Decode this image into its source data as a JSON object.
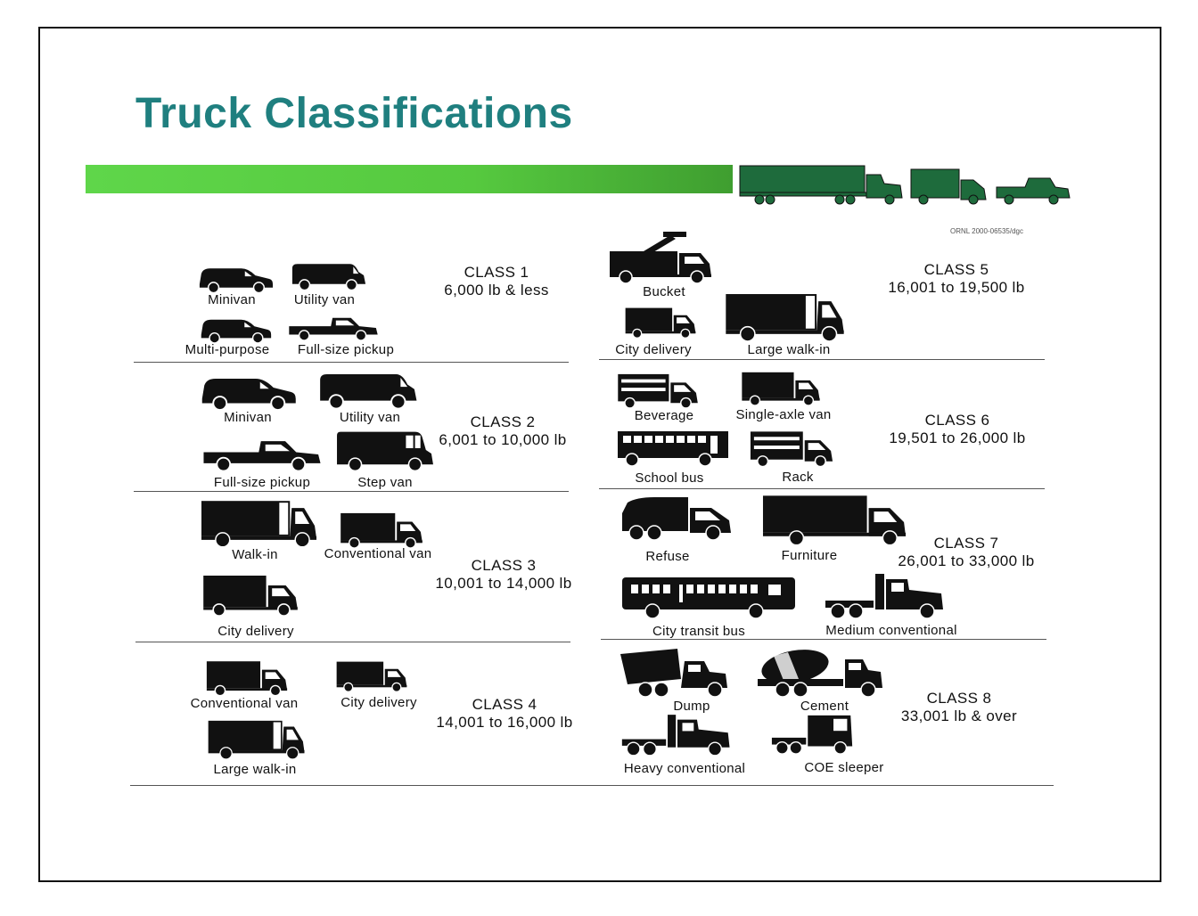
{
  "title": "Truck Classifications",
  "credit": "ORNL 2000-06535/dgc",
  "colors": {
    "title": "#1f7f7f",
    "bar": "#56c93f",
    "truck_header": "#1e6b3c",
    "vehicle": "#111111"
  },
  "classes": {
    "c1": {
      "name": "CLASS 1",
      "range": "6,000 lb & less",
      "vehicles": [
        "Minivan",
        "Utility van",
        "Multi-purpose",
        "Full-size pickup"
      ]
    },
    "c2": {
      "name": "CLASS 2",
      "range": "6,001 to 10,000 lb",
      "vehicles": [
        "Minivan",
        "Utility van",
        "Full-size pickup",
        "Step van"
      ]
    },
    "c3": {
      "name": "CLASS 3",
      "range": "10,001 to 14,000 lb",
      "vehicles": [
        "Walk-in",
        "Conventional van",
        "City delivery"
      ]
    },
    "c4": {
      "name": "CLASS 4",
      "range": "14,001 to 16,000 lb",
      "vehicles": [
        "Conventional van",
        "City delivery",
        "Large walk-in"
      ]
    },
    "c5": {
      "name": "CLASS 5",
      "range": "16,001 to 19,500 lb",
      "vehicles": [
        "Bucket",
        "City delivery",
        "Large walk-in"
      ]
    },
    "c6": {
      "name": "CLASS 6",
      "range": "19,501 to 26,000 lb",
      "vehicles": [
        "Beverage",
        "Single-axle van",
        "School bus",
        "Rack"
      ]
    },
    "c7": {
      "name": "CLASS 7",
      "range": "26,001 to 33,000 lb",
      "vehicles": [
        "Refuse",
        "Furniture",
        "City transit bus",
        "Medium conventional"
      ]
    },
    "c8": {
      "name": "CLASS 8",
      "range": "33,001 lb & over",
      "vehicles": [
        "Dump",
        "Cement",
        "Heavy conventional",
        "COE sleeper"
      ]
    }
  }
}
